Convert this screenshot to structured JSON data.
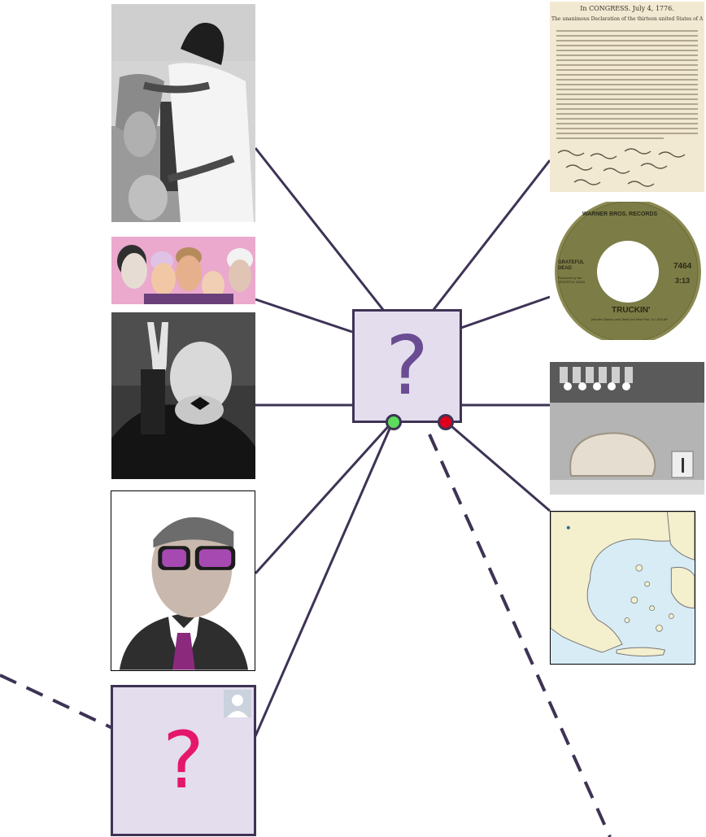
{
  "center_node": {
    "label": "?",
    "color": "#6a4c93"
  },
  "bottom_node": {
    "label": "?",
    "color": "#e5176c"
  },
  "photos": {
    "man_with_kettle": {
      "icon": "man-pouring-kettle-photo"
    },
    "women_collage": {
      "icon": "women-collage-photo"
    },
    "churchill_v_sign": {
      "icon": "v-sign-portrait-photo"
    },
    "man_purple_glasses": {
      "icon": "purple-glasses-portrait-photo"
    },
    "declaration_document": {
      "heading": "In CONGRESS. July 4, 1776.",
      "subheading": "The unanimous Declaration of the thirteen united States of America."
    },
    "record_label": {
      "top_text": "WARNER BROS. RECORDS",
      "artist": "GRATEFUL DEAD",
      "producer": "Produced by the GRATEFUL DEAD",
      "catalog": "7464",
      "duration": "3:13",
      "title": "TRUCKIN'",
      "credits": "(Hunter-Garcia-Lesh-Weir) Ice Nine Pub. Co. ASCAP"
    },
    "rock_specimen": {
      "icon": "rock-specimen-photo"
    },
    "greece_map": {
      "icon": "greece-map"
    }
  },
  "colors": {
    "line": "#3e3355",
    "node_fill": "#e3dded",
    "green_dot": "#5cdb5c",
    "red_dot": "#e0001b"
  }
}
